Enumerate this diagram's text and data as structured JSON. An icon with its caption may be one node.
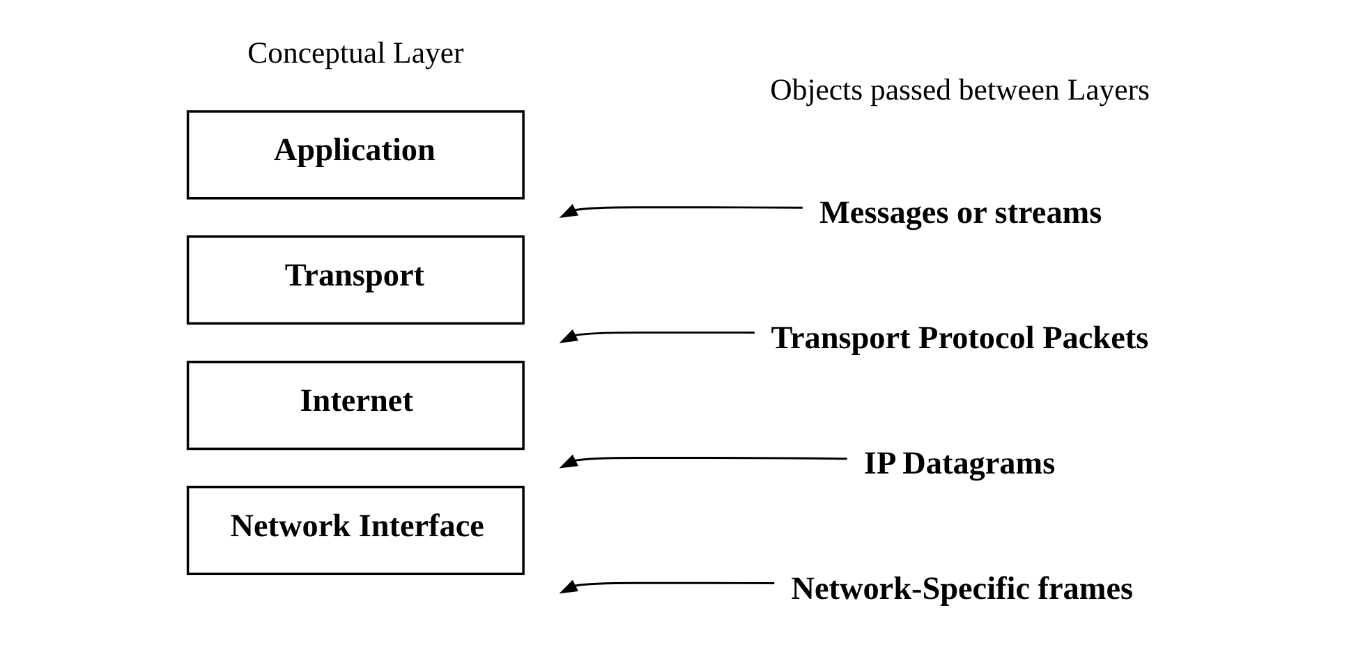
{
  "diagram": {
    "nodes": [
      {
        "text": [
          "Application"
        ]
      },
      {
        "text": [
          "Transport"
        ]
      },
      {
        "text": [
          "Internet"
        ]
      },
      {
        "text": [
          "Network Interface"
        ]
      },
      {
        "text": [
          "Messages or streams"
        ]
      },
      {
        "text": [
          "Transport Protocol Packets"
        ]
      },
      {
        "text": [
          "IP Datagrams"
        ]
      },
      {
        "text": [
          "Network-Specific frames"
        ]
      }
    ],
    "edges": [
      {
        "from": 4,
        "to": null,
        "arrow": "to"
      },
      {
        "from": 5,
        "to": null,
        "arrow": "to"
      },
      {
        "from": 6,
        "to": null,
        "arrow": "to"
      },
      {
        "from": 7,
        "to": null,
        "arrow": "to"
      }
    ],
    "labels": [
      "Conceptual Layer",
      "Objects passed between Layers"
    ]
  }
}
